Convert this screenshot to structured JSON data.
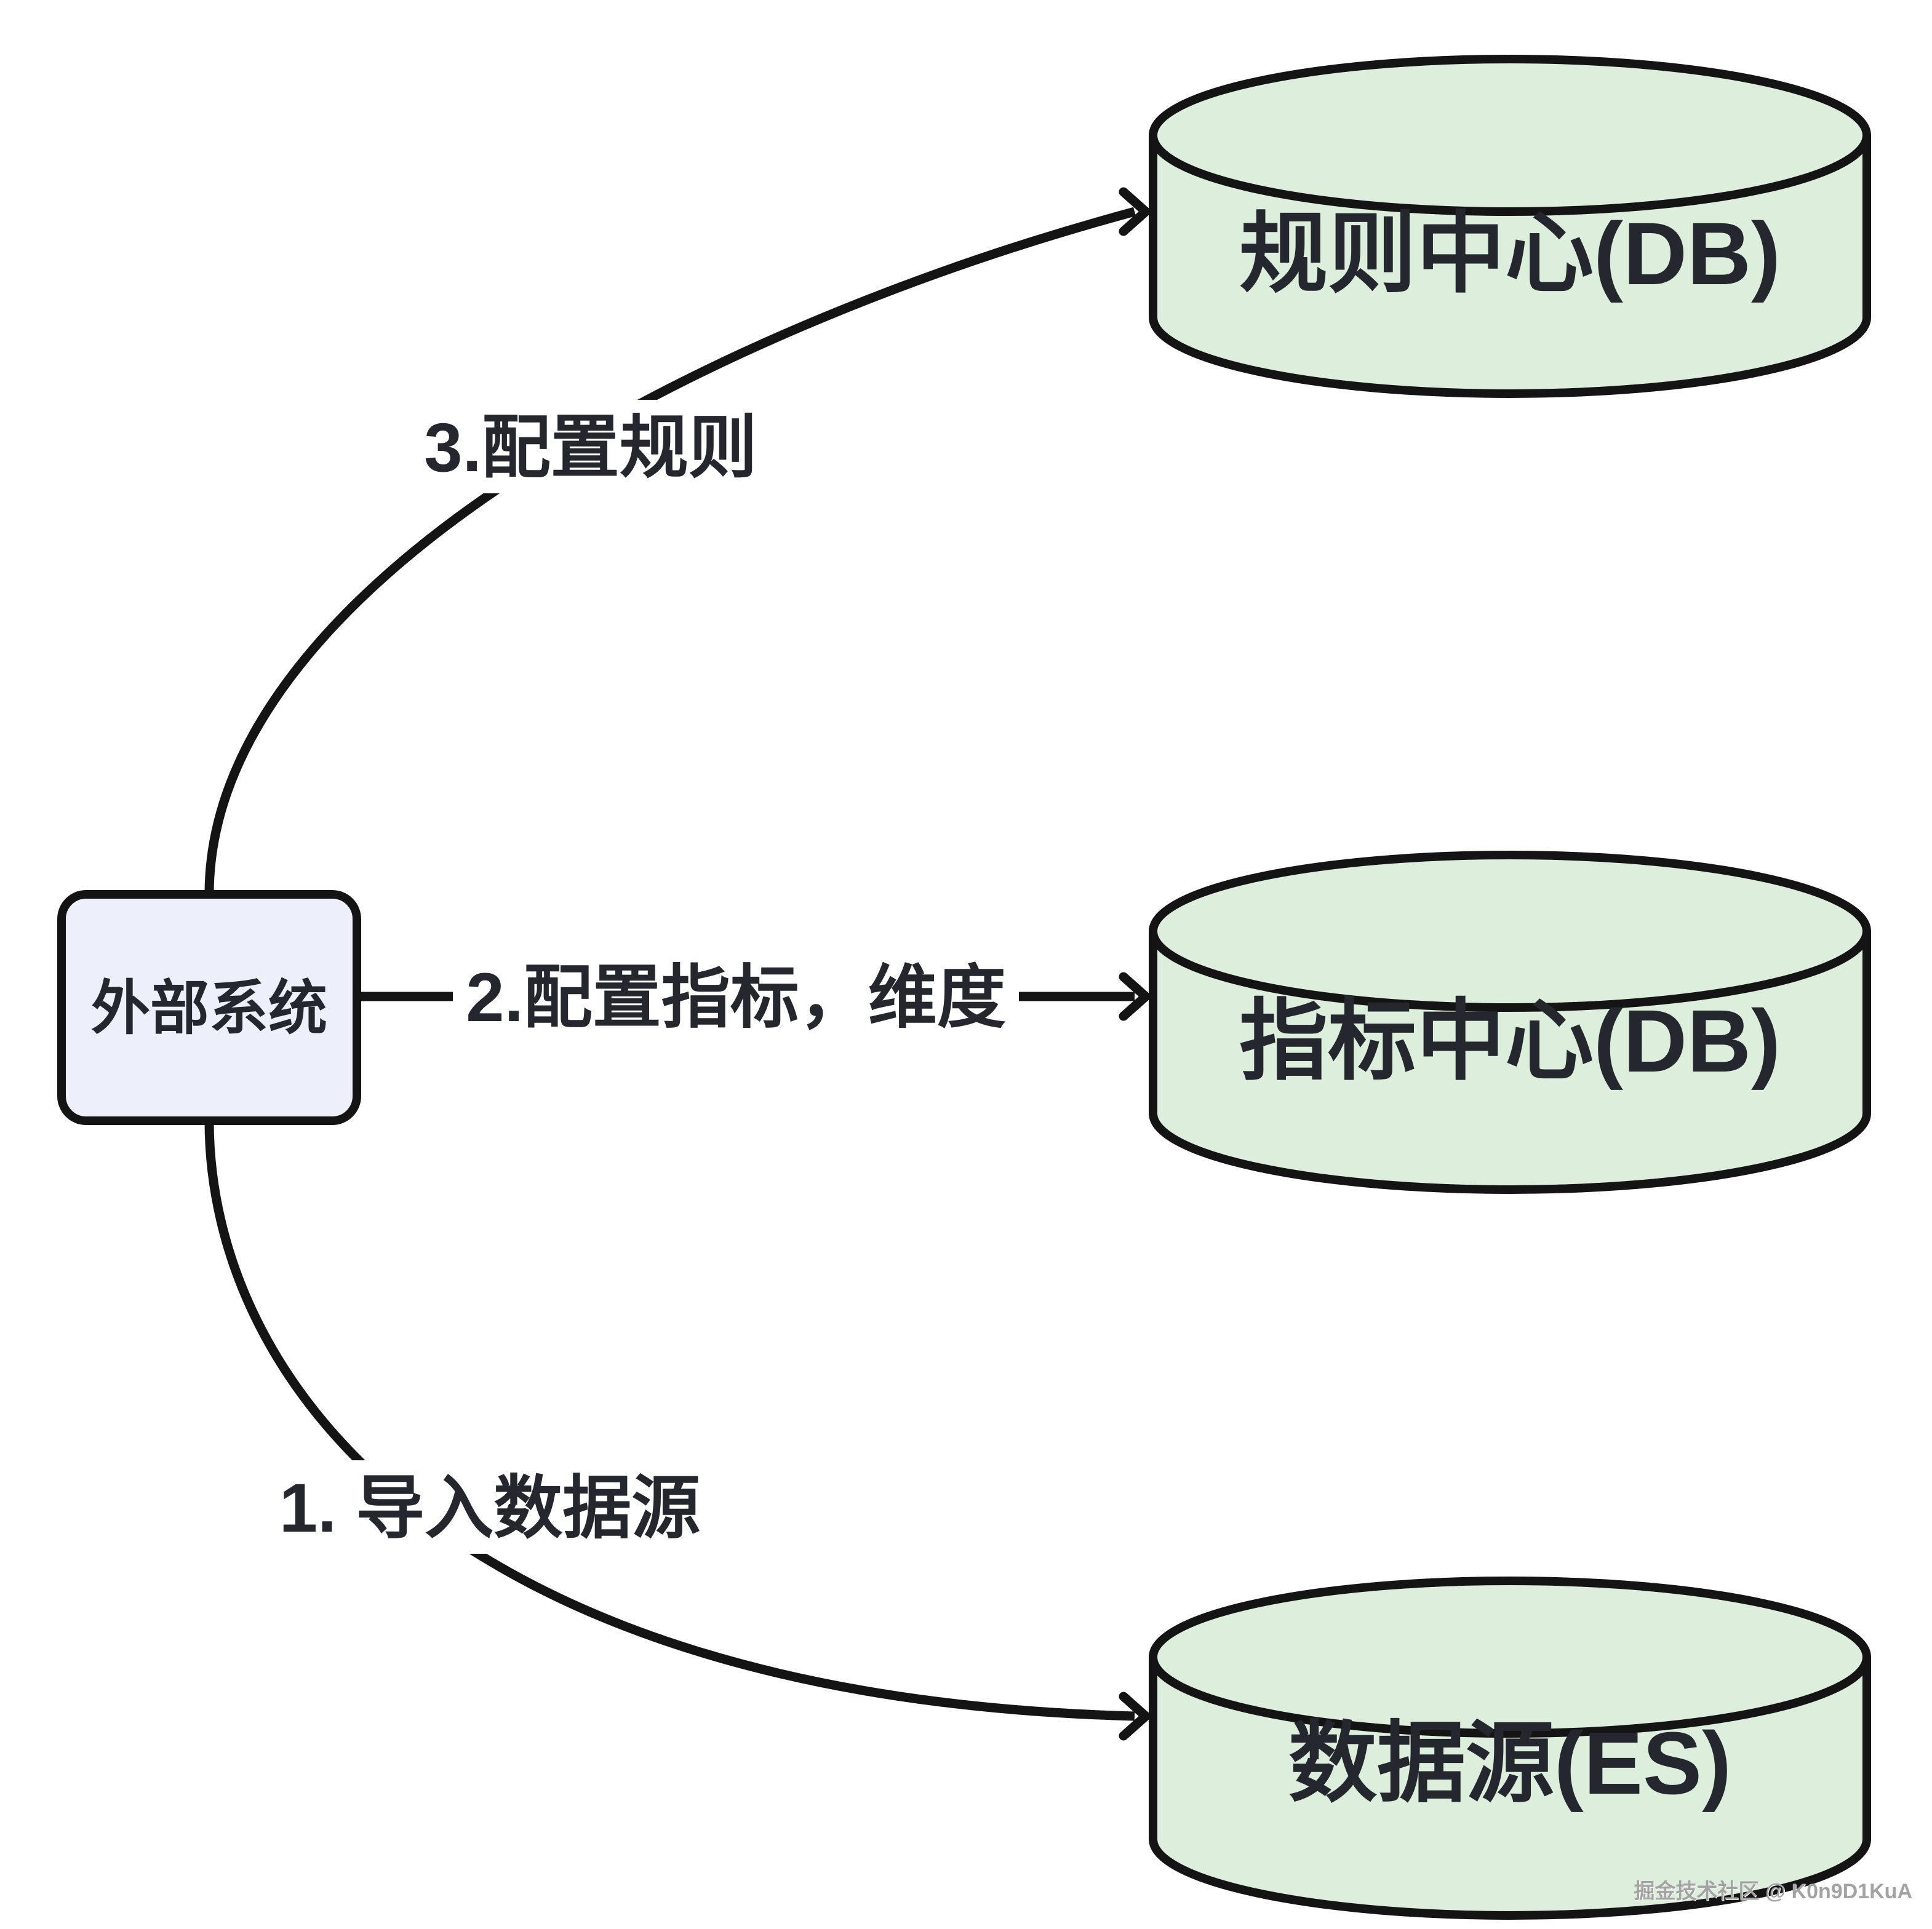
{
  "diagram": {
    "source_node": {
      "label": "外部系统"
    },
    "databases": [
      {
        "label": "规则中心(DB)"
      },
      {
        "label": "指标中心(DB)"
      },
      {
        "label": "数据源(ES)"
      }
    ],
    "edges": [
      {
        "label": "3.配置规则"
      },
      {
        "label": "2.配置指标，维度"
      },
      {
        "label": "1. 导入数据源"
      }
    ],
    "watermark": "掘金技术社区 @ K0n9D1KuA",
    "colors": {
      "node_fill": "#edf0fa",
      "db_fill": "#ddeedc",
      "stroke": "#141414",
      "text": "#24272e",
      "watermark": "#a3a3a3"
    }
  }
}
